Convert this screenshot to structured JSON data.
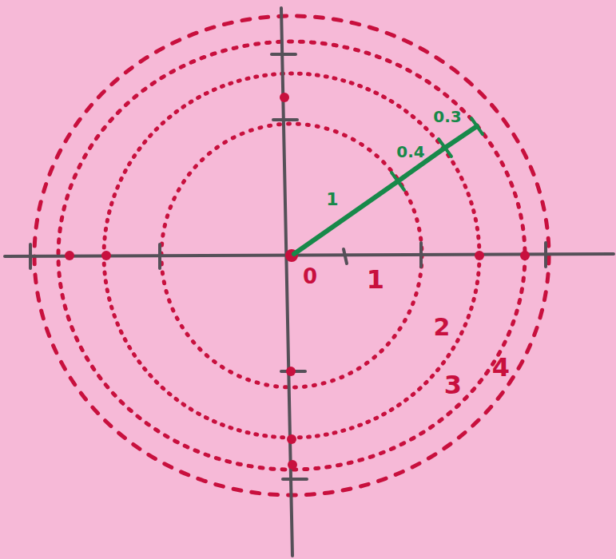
{
  "diagram": {
    "labels": [
      "0",
      "1",
      "2",
      "3",
      "4",
      "1",
      "0.4",
      "0.3"
    ]
  }
}
